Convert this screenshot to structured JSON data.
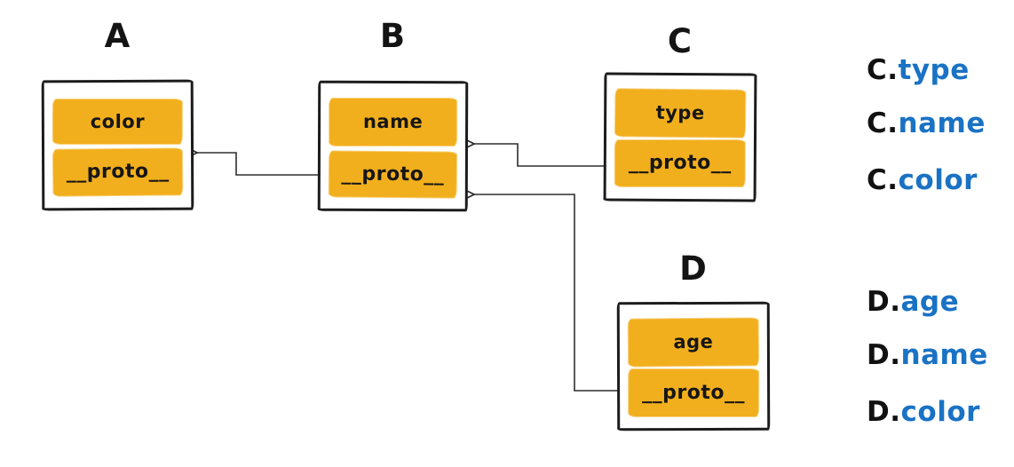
{
  "colors": {
    "background": "#FFFFFF",
    "highlight_orange": "#F2AF1D",
    "box_stroke": "#1C1C1C",
    "line_stroke": "#2E2E2E",
    "property_blue": "#1A72C4",
    "text_black": "#111111"
  },
  "nodes": [
    {
      "id": "A",
      "title": "A",
      "fields": [
        "color",
        "__proto__"
      ]
    },
    {
      "id": "B",
      "title": "B",
      "fields": [
        "name",
        "__proto__"
      ]
    },
    {
      "id": "C",
      "title": "C",
      "fields": [
        "type",
        "__proto__"
      ]
    },
    {
      "id": "D",
      "title": "D",
      "fields": [
        "age",
        "__proto__"
      ]
    }
  ],
  "edges": [
    {
      "from_node": "B",
      "from_field": "__proto__",
      "to_node": "A"
    },
    {
      "from_node": "C",
      "from_field": "__proto__",
      "to_node": "B"
    },
    {
      "from_node": "D",
      "from_field": "__proto__",
      "to_node": "B"
    }
  ],
  "annotations": {
    "items": [
      {
        "obj": "C.",
        "prop": "type"
      },
      {
        "obj": "C.",
        "prop": "name"
      },
      {
        "obj": "C.",
        "prop": "color"
      },
      {
        "obj": "D.",
        "prop": "age"
      },
      {
        "obj": "D.",
        "prop": "name"
      },
      {
        "obj": "D.",
        "prop": "color"
      }
    ]
  }
}
